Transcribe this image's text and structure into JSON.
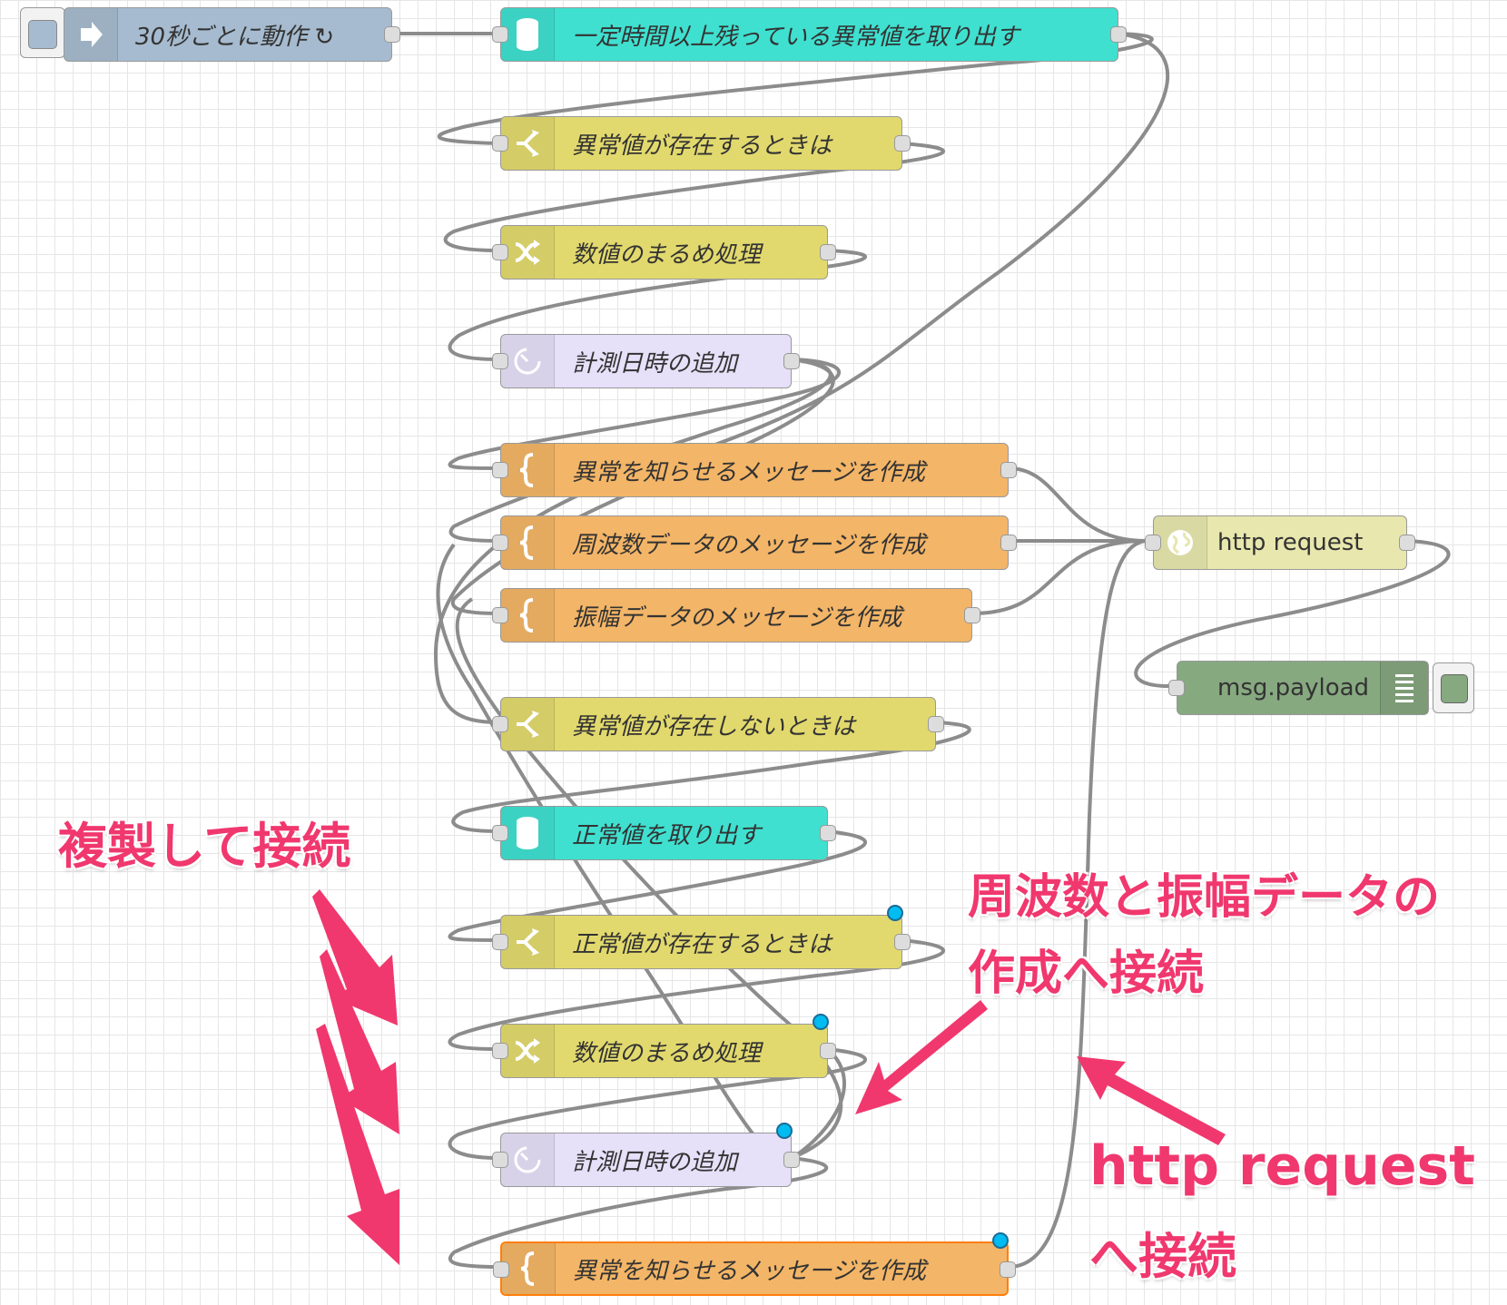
{
  "nodes": {
    "inject": {
      "label": "30秒ごとに動作 ↻"
    },
    "db_abnormal": {
      "label": "一定時間以上残っている異常値を取り出す"
    },
    "switch_exist": {
      "label": "異常値が存在するときは"
    },
    "change_round1": {
      "label": "数値のまるめ処理"
    },
    "ts_add1": {
      "label": "計測日時の追加"
    },
    "tmpl_alert1": {
      "label": "異常を知らせるメッセージを作成"
    },
    "tmpl_freq": {
      "label": "周波数データのメッセージを作成"
    },
    "tmpl_amp": {
      "label": "振幅データのメッセージを作成"
    },
    "switch_not_exist": {
      "label": "異常値が存在しないときは"
    },
    "db_normal": {
      "label": "正常値を取り出す"
    },
    "switch_normal": {
      "label": "正常値が存在するときは"
    },
    "change_round2": {
      "label": "数値のまるめ処理"
    },
    "ts_add2": {
      "label": "計測日時の追加"
    },
    "tmpl_alert2": {
      "label": "異常を知らせるメッセージを作成"
    },
    "http_request": {
      "label": "http request"
    },
    "debug": {
      "label": "msg.payload"
    }
  },
  "annotations": {
    "duplicate": "複製して接続",
    "freq_amp_line1": "周波数と振幅データの",
    "freq_amp_line2": "作成へ接続",
    "http_line1": "http request",
    "http_line2": "へ接続"
  },
  "colors": {
    "inject": "#a6bbcf",
    "database": "#3fe0d0",
    "function_yellow": "#e2d96e",
    "timestamp": "#e6e0f8",
    "template": "#f3b567",
    "http": "#e7e7ae",
    "debug": "#87a980",
    "annotation": "#f0386e",
    "wire": "#888888"
  }
}
